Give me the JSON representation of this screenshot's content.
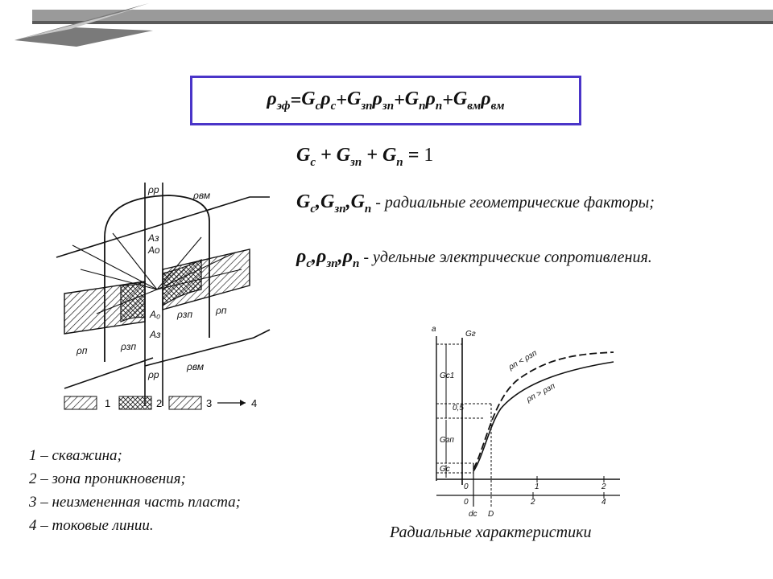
{
  "formula_main": {
    "lhs": "ρ",
    "lhs_sub": "эф",
    "eq": " = ",
    "t1_g": "G",
    "t1_gsub": "c",
    "t1_r": "ρ",
    "t1_rsub": "c",
    "plus": " + ",
    "t2_g": "G",
    "t2_gsub": "зп",
    "t2_r": "ρ",
    "t2_rsub": "зп",
    "t3_g": "G",
    "t3_gsub": "п",
    "t3_r": "ρ",
    "t3_rsub": "п",
    "t4_g": "G",
    "t4_gsub": "вм",
    "t4_r": "ρ",
    "t4_rsub": "вм"
  },
  "formula_sum": {
    "g": "G",
    "sub_c": "c",
    "sub_zp": "зп",
    "sub_p": "п",
    "plus": " + ",
    "eq": " = ",
    "rhs": "1"
  },
  "geom_factors": {
    "g": "G",
    "sub_c": "c",
    "sub_zp": "зп",
    "sub_p": "п",
    "comma": ",",
    "desc": " - радиальные геометрические факторы;"
  },
  "resistivities": {
    "r": "ρ",
    "sub_c": "c",
    "sub_zp": "зп",
    "sub_p": "п",
    "comma": ",",
    "desc": " - удельные электрические сопротивления."
  },
  "left_figure": {
    "labels": {
      "rho_p_top": "ρр",
      "rho_vm_top": "ρвм",
      "a3": "Аз",
      "a0_top": "Ао",
      "rho_p_right": "ρп",
      "a0_mid": "А₀",
      "rho_zp_right": "ρзп",
      "a3_mid": "Аз",
      "rho_p_left": "ρп",
      "rho_zp_low": "ρзп",
      "rho_p_bottom": "ρр",
      "rho_vm_bottom": "ρвм"
    },
    "legend_numbers": [
      "1",
      "2",
      "3",
      "4"
    ]
  },
  "legend_lines": [
    "1 – скважина;",
    "2 – зона проникновения;",
    "3 – неизмененная часть пласта;",
    "4 – токовые линии."
  ],
  "right_figure": {
    "a_label": "a",
    "gr_label": "Gг",
    "gc1": "Gс1",
    "gzp": "Gзп",
    "gc": "Gс",
    "v05": "0,5",
    "curve1_label": "ρп < ρзп",
    "curve2_label": "ρп > ρзп",
    "x_ticks_upper": [
      "0",
      "1",
      "2"
    ],
    "x_ticks_lower": [
      "0",
      "2",
      "4"
    ],
    "dc": "dс",
    "d": "D"
  },
  "caption": "Радиальные характеристики"
}
